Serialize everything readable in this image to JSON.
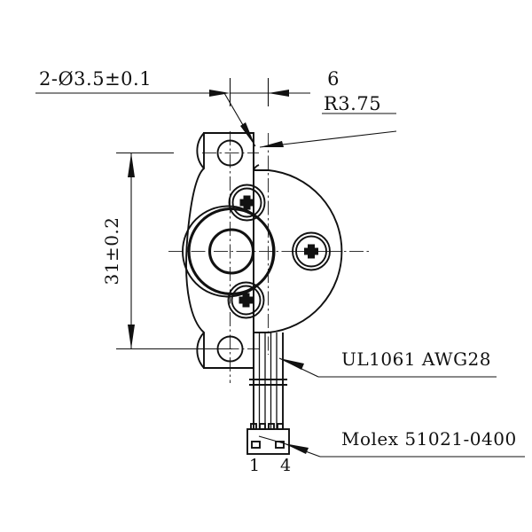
{
  "drawing": {
    "type": "engineering-drawing",
    "subject": "geared stepper motor - front view",
    "background_color": "#ffffff",
    "line_color": "#111111",
    "centerline_color": "#333333",
    "annotations": {
      "hole_callout": {
        "label": "2-Ø3.5±0.1",
        "underlined": true,
        "leader_target": "mounting-tab-hole"
      },
      "width_dimension": {
        "label": "6",
        "underlined": false,
        "arrow_style": "outward"
      },
      "radius_callout": {
        "label": "R3.75",
        "underlined": true,
        "leader_target": "body-corner-fillet"
      },
      "height_dimension": {
        "label": "31±0.2",
        "orientation": "vertical",
        "underlined": false
      },
      "wire_callout": {
        "label": "UL1061 AWG28",
        "underlined": true,
        "leader_target": "lead-wires"
      },
      "connector_callout": {
        "label": "Molex 51021-0400",
        "underlined": true,
        "leader_target": "connector-housing"
      },
      "pin_labels": {
        "first": "1",
        "last": "4"
      }
    }
  }
}
